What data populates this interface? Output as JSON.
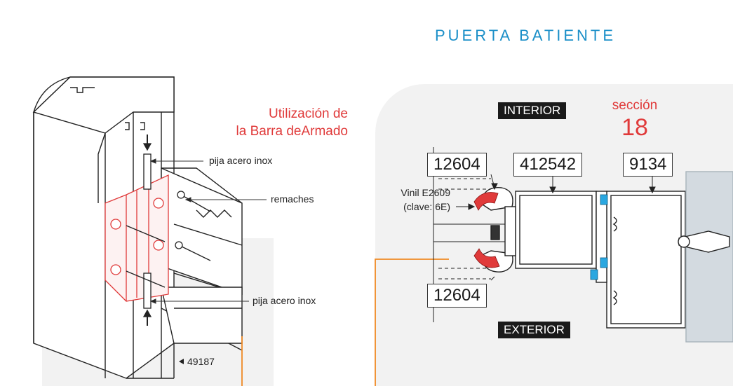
{
  "title": "PUERTA BATIENTE",
  "left_figure": {
    "heading_line1": "Utilización de",
    "heading_line2": "la Barra deArmado",
    "callout_top": "pija acero inox",
    "callout_middle": "remaches",
    "callout_bottom": "pija acero inox",
    "profile_code": "49187"
  },
  "right_figure": {
    "interior_label": "INTERIOR",
    "exterior_label": "EXTERIOR",
    "section_label": "sección",
    "section_number": "18",
    "vinyl_line1": "Vinil E2609",
    "vinyl_line2": "(clave: 6E)",
    "profile_top_left": "12604",
    "profile_top_middle": "412542",
    "profile_top_right": "9134",
    "profile_bottom_left": "12604"
  },
  "colors": {
    "accent_blue": "#1b8fc8",
    "accent_red": "#e03a3a",
    "orange_line": "#f08a24",
    "gasket_blue": "#2aa7e0"
  }
}
